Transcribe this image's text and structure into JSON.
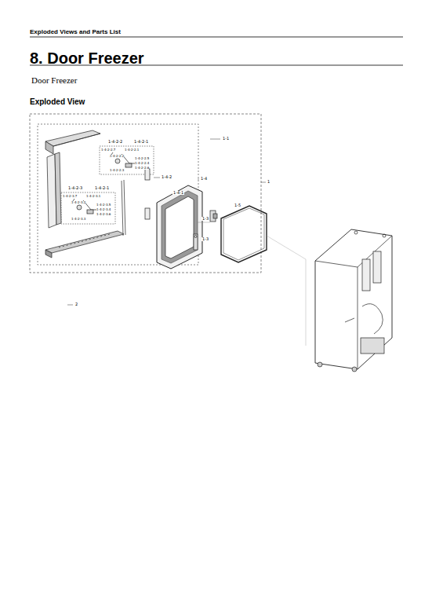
{
  "diagram": {
    "title": "8. Door Freezer",
    "labels": [
      "Exploded Views and Parts List",
      "Door Freezer",
      "Exploded View",
      "1-1",
      "1",
      "1-4",
      "1-4-2",
      "1-4-1",
      "1-5",
      "1-3",
      "1-3",
      "2",
      "1-4-2-2",
      "1-4-2-1",
      "1-4-2-2.7",
      "1-4-2-2.1",
      "1-4-2-2.2",
      "1-4-2-2.5",
      "1-4-2-2.4",
      "1-4-2-2.6",
      "1-4-2-2.3",
      "1-4-2-3",
      "1-4-2-1",
      "1-4-2-3.7",
      "1-4-2-3.1",
      "1-4-2-3.2",
      "1-4-2-3.5",
      "1-4-2-3.4",
      "1-4-2-3.6",
      "1-4-2-3.3"
    ]
  }
}
